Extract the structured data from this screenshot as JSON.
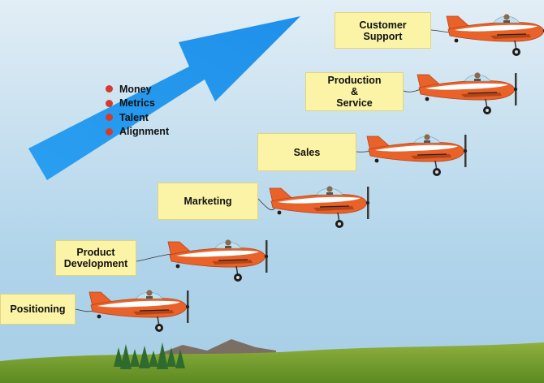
{
  "banners": {
    "positioning": "Positioning",
    "product_development": "Product\nDevelopment",
    "marketing": "Marketing",
    "sales": "Sales",
    "production_service": "Production\n&\nService",
    "customer_support": "Customer\nSupport"
  },
  "bullets": [
    "Money",
    "Metrics",
    "Talent",
    "Alignment"
  ],
  "colors": {
    "arrow": "#2a9ff0",
    "plane_body": "#e8622a",
    "banner_fill": "#fbf3a6",
    "bullet": "#d63a2c",
    "grass": "#6f9a2c"
  }
}
